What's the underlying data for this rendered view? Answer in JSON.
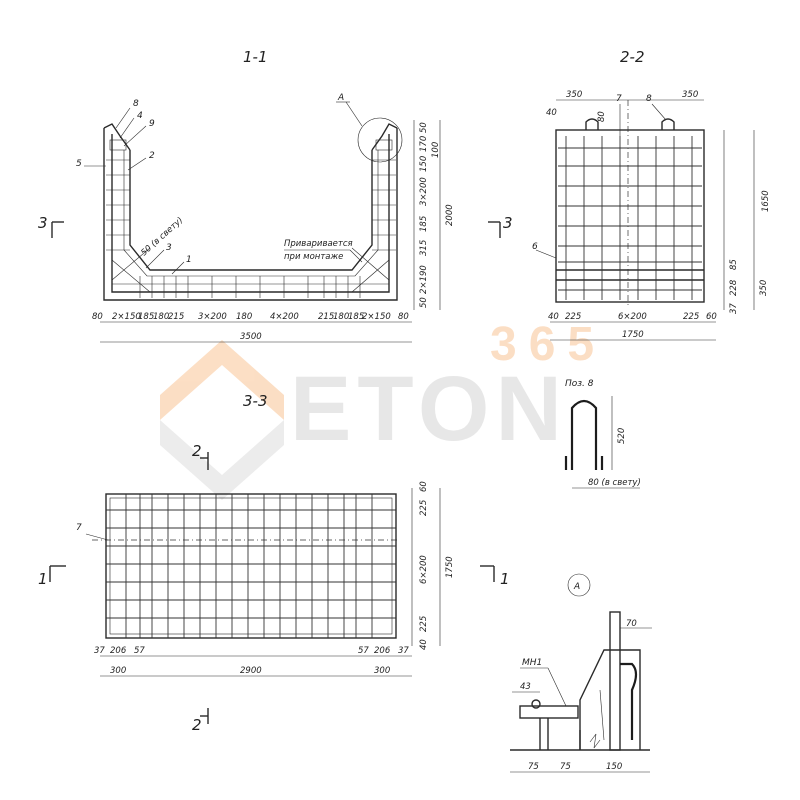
{
  "sections": {
    "s11": "1-1",
    "s22": "2-2",
    "s33": "3-3",
    "poz8": "Поз. 8",
    "detailA": "А"
  },
  "markers": {
    "cut1": "1",
    "cut2": "2",
    "cut3": "3"
  },
  "callouts": {
    "pos8": "8",
    "pos4": "4",
    "pos9": "9",
    "pos5": "5",
    "pos2": "2",
    "pos3": "3",
    "pos1": "1",
    "pos7": "7",
    "pos6": "6",
    "detail_ref": "А",
    "mh1": "МН1"
  },
  "notes": {
    "weld_line1": "Приваривается",
    "weld_line2": "при монтаже",
    "gap50": "50 (в свету)",
    "gap80": "80 (в свету)"
  },
  "dims_11": {
    "bottom": [
      "80",
      "2×150",
      "185",
      "180",
      "215",
      "3×200",
      "180",
      "4×200",
      "215",
      "180",
      "185",
      "2×150",
      "80"
    ],
    "total": "3500",
    "right": [
      "50",
      "170",
      "100",
      "150",
      "3×200",
      "185",
      "315",
      "2×190",
      "50"
    ],
    "height": "2000"
  },
  "dims_22": {
    "top_left": "350",
    "top_right": "350",
    "d40": "40",
    "d80": "80",
    "bottom": [
      "40",
      "225",
      "6×200",
      "225",
      "60"
    ],
    "total": "1750",
    "right_h": "1650",
    "right_85": "85",
    "right_228": "228",
    "right_350": "350",
    "right_37": "37"
  },
  "dims_33": {
    "bottom": [
      "37",
      "206",
      "57",
      "57",
      "206",
      "37"
    ],
    "bottom2": [
      "300",
      "2900",
      "300"
    ],
    "right": [
      "60",
      "225",
      "6×200",
      "225",
      "40"
    ],
    "height": "1750"
  },
  "dims_poz8": {
    "h": "520"
  },
  "dims_A": {
    "d70": "70",
    "d43": "43",
    "bottom": [
      "75",
      "75",
      "150"
    ]
  },
  "watermark": {
    "number": "365",
    "brand": "ETON",
    "accent": "#f6a35a"
  }
}
